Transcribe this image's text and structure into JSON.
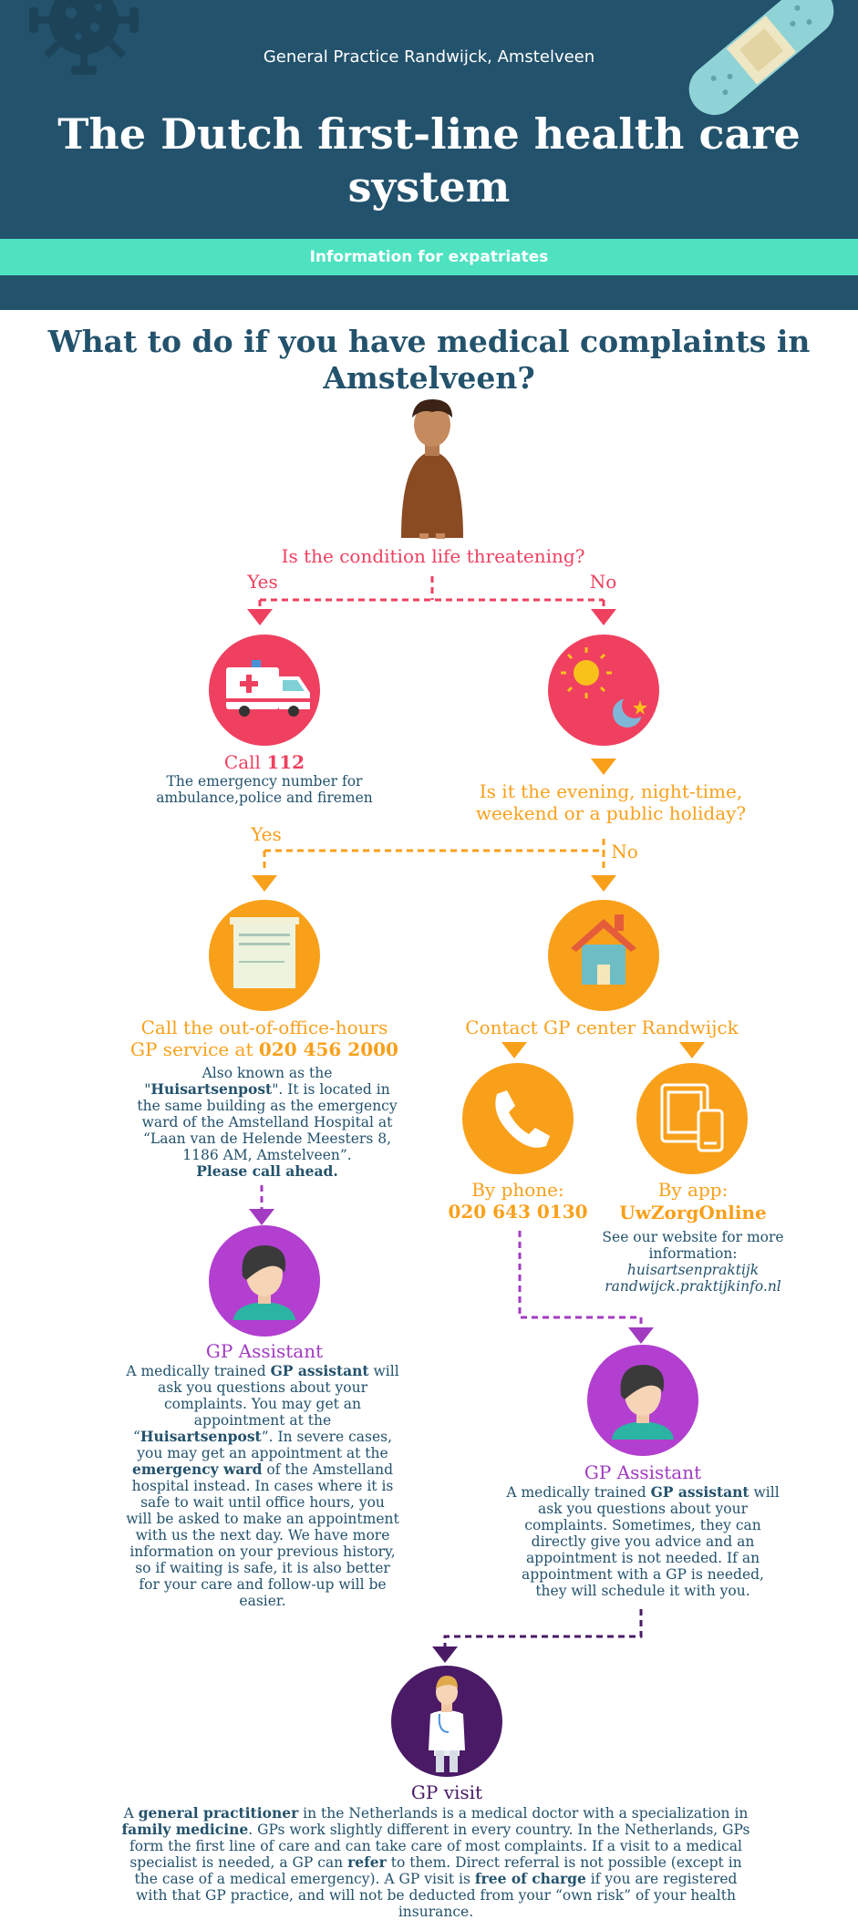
{
  "header": {
    "practice": "General Practice Randwijck, Amstelveen",
    "title": "The Dutch first-line health care system",
    "ribbon": "Information for expatriates"
  },
  "section_title": "What to do if you have medical complaints in Amstelveen?",
  "q1": {
    "text": "Is the condition life threatening?",
    "yes": "Yes",
    "no": "No"
  },
  "call112": {
    "label_prefix": "Call ",
    "number": "112",
    "desc": "The emergency number for ambulance,police and firemen"
  },
  "q2": {
    "text": "Is it the evening, night-time, weekend or a public holiday?",
    "yes": "Yes",
    "no": "No"
  },
  "ooh": {
    "line1": "Call the out-of-office-hours",
    "line2_prefix": "GP service at ",
    "number": "020 456 2000",
    "desc_a": "Also known as the \"",
    "desc_b": "Huisartsenpost",
    "desc_c": "\". It is located in the same building as the emergency ward of the Amstelland Hospital at “Laan van de Helende Meesters 8, 1186 AM, Amstelveen”.",
    "desc_d": "Please call ahead."
  },
  "contact": {
    "title": "Contact GP center Randwijck",
    "phone_label": "By phone:",
    "phone_number": "020 643 0130",
    "app_label": "By app:",
    "app_name": "UwZorgOnline",
    "app_desc": "See our website for more information:",
    "website_1": "huisartsenpraktijk",
    "website_2": "randwijck.praktijkinfo.nl"
  },
  "assistant_left": {
    "title": "GP Assistant",
    "p1": "A medically trained ",
    "p1b": "GP assistant",
    "p2": " will ask you questions about your complaints. You may get an appointment at the “",
    "p2b": "Huisartsenpost",
    "p3": "”. In severe cases, you may get an appointment at the ",
    "p3b": "emergency ward",
    "p4": " of the Amstelland hospital instead. In cases where it is safe to wait until office hours, you will be asked to make an appointment with us the next day. We have more information on your previous history, so if waiting is safe, it is also better for your care and follow-up will be easier."
  },
  "assistant_right": {
    "title": "GP Assistant",
    "p1": "A medically trained ",
    "p1b": "GP assistant",
    "p2": " will ask you questions about your complaints. Sometimes, they can directly give you advice and an appointment is not needed. If an appointment with a GP is needed, they will schedule it with you."
  },
  "gp_visit": {
    "title": "GP visit",
    "t1": "A ",
    "t1b": "general practitioner",
    "t2": " in the Netherlands is a medical doctor with a specialization in ",
    "t2b": "family medicine",
    "t3": ". GPs work slightly different in every country. In the Netherlands, GPs form the first line of care and can take care of most complaints. If a visit to a medical specialist is needed, a GP can ",
    "t3b": "refer",
    "t4": " to them. Direct referral is not possible (except in the case of a medical emergency). A GP visit is ",
    "t4b": "free of charge",
    "t5": " if you are registered with that GP practice, and will not be deducted from your “own risk” of your health insurance."
  },
  "colors": {
    "navy": "#23526c",
    "mint": "#4ee2c1",
    "red": "#ef4060",
    "orange": "#f9a01b",
    "purple": "#a23bc2",
    "dark_purple": "#4a1a66"
  },
  "icons": [
    "virus-icon",
    "bandage-icon",
    "person-icon",
    "ambulance-icon",
    "sun-moon-icon",
    "building-icon",
    "house-icon",
    "phone-icon",
    "tablet-phone-icon",
    "assistant-icon",
    "doctor-icon"
  ]
}
